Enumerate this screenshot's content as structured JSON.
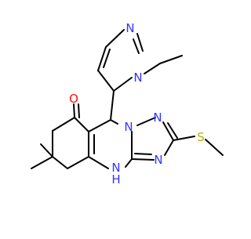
{
  "molecule": {
    "atom_labels": {
      "oxygen": "O",
      "n1": "N",
      "n2": "N",
      "n_bridge": "N",
      "n_triazole_1": "N",
      "n_triazole_2": "N",
      "n_triazole_3": "N",
      "n_h": "N",
      "h": "H",
      "sulfur": "S"
    },
    "colors": {
      "bond": "#000000",
      "nitrogen": "#3333ff",
      "oxygen": "#ff0d0d",
      "sulfur": "#b2b200",
      "background": "#ffffff"
    }
  }
}
